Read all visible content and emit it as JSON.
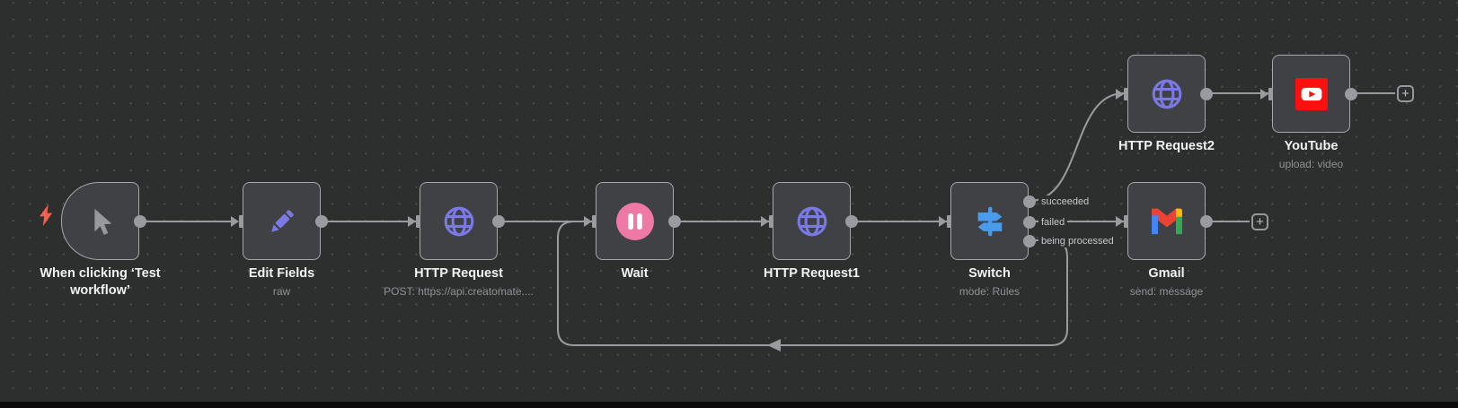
{
  "workflow": {
    "nodes": {
      "trigger": {
        "label": "When clicking ‘Test workflow’"
      },
      "edit_fields": {
        "label": "Edit Fields",
        "subtitle": "raw"
      },
      "http_request": {
        "label": "HTTP Request",
        "subtitle": "POST: https://api.creatomate...."
      },
      "wait": {
        "label": "Wait"
      },
      "http_request1": {
        "label": "HTTP Request1"
      },
      "switch": {
        "label": "Switch",
        "subtitle": "mode: Rules",
        "outputs": [
          "succeeded",
          "failed",
          "being processed"
        ]
      },
      "http_request2": {
        "label": "HTTP Request2"
      },
      "youtube": {
        "label": "YouTube",
        "subtitle": "upload: video"
      },
      "gmail": {
        "label": "Gmail",
        "subtitle": "send: message"
      }
    },
    "ui": {
      "plus_label": "+"
    },
    "colors": {
      "canvas_bg": "#2d2e2e",
      "grid_dot": "#4d4e50",
      "node_fill": "#404144",
      "node_border": "#a5a7ab",
      "connection": "#9a9b9f",
      "accent_purple": "#7b79e6",
      "wait_pink": "#ee78a6",
      "switch_blue": "#4a9ceb",
      "trigger_bolt": "#f0614e",
      "youtube_red": "#fb0f0f",
      "cursor_gray": "#97999d",
      "gmail_red": "#ea4335",
      "gmail_blue": "#4285f4",
      "gmail_green": "#34a853",
      "gmail_yellow": "#fbbc04"
    }
  }
}
